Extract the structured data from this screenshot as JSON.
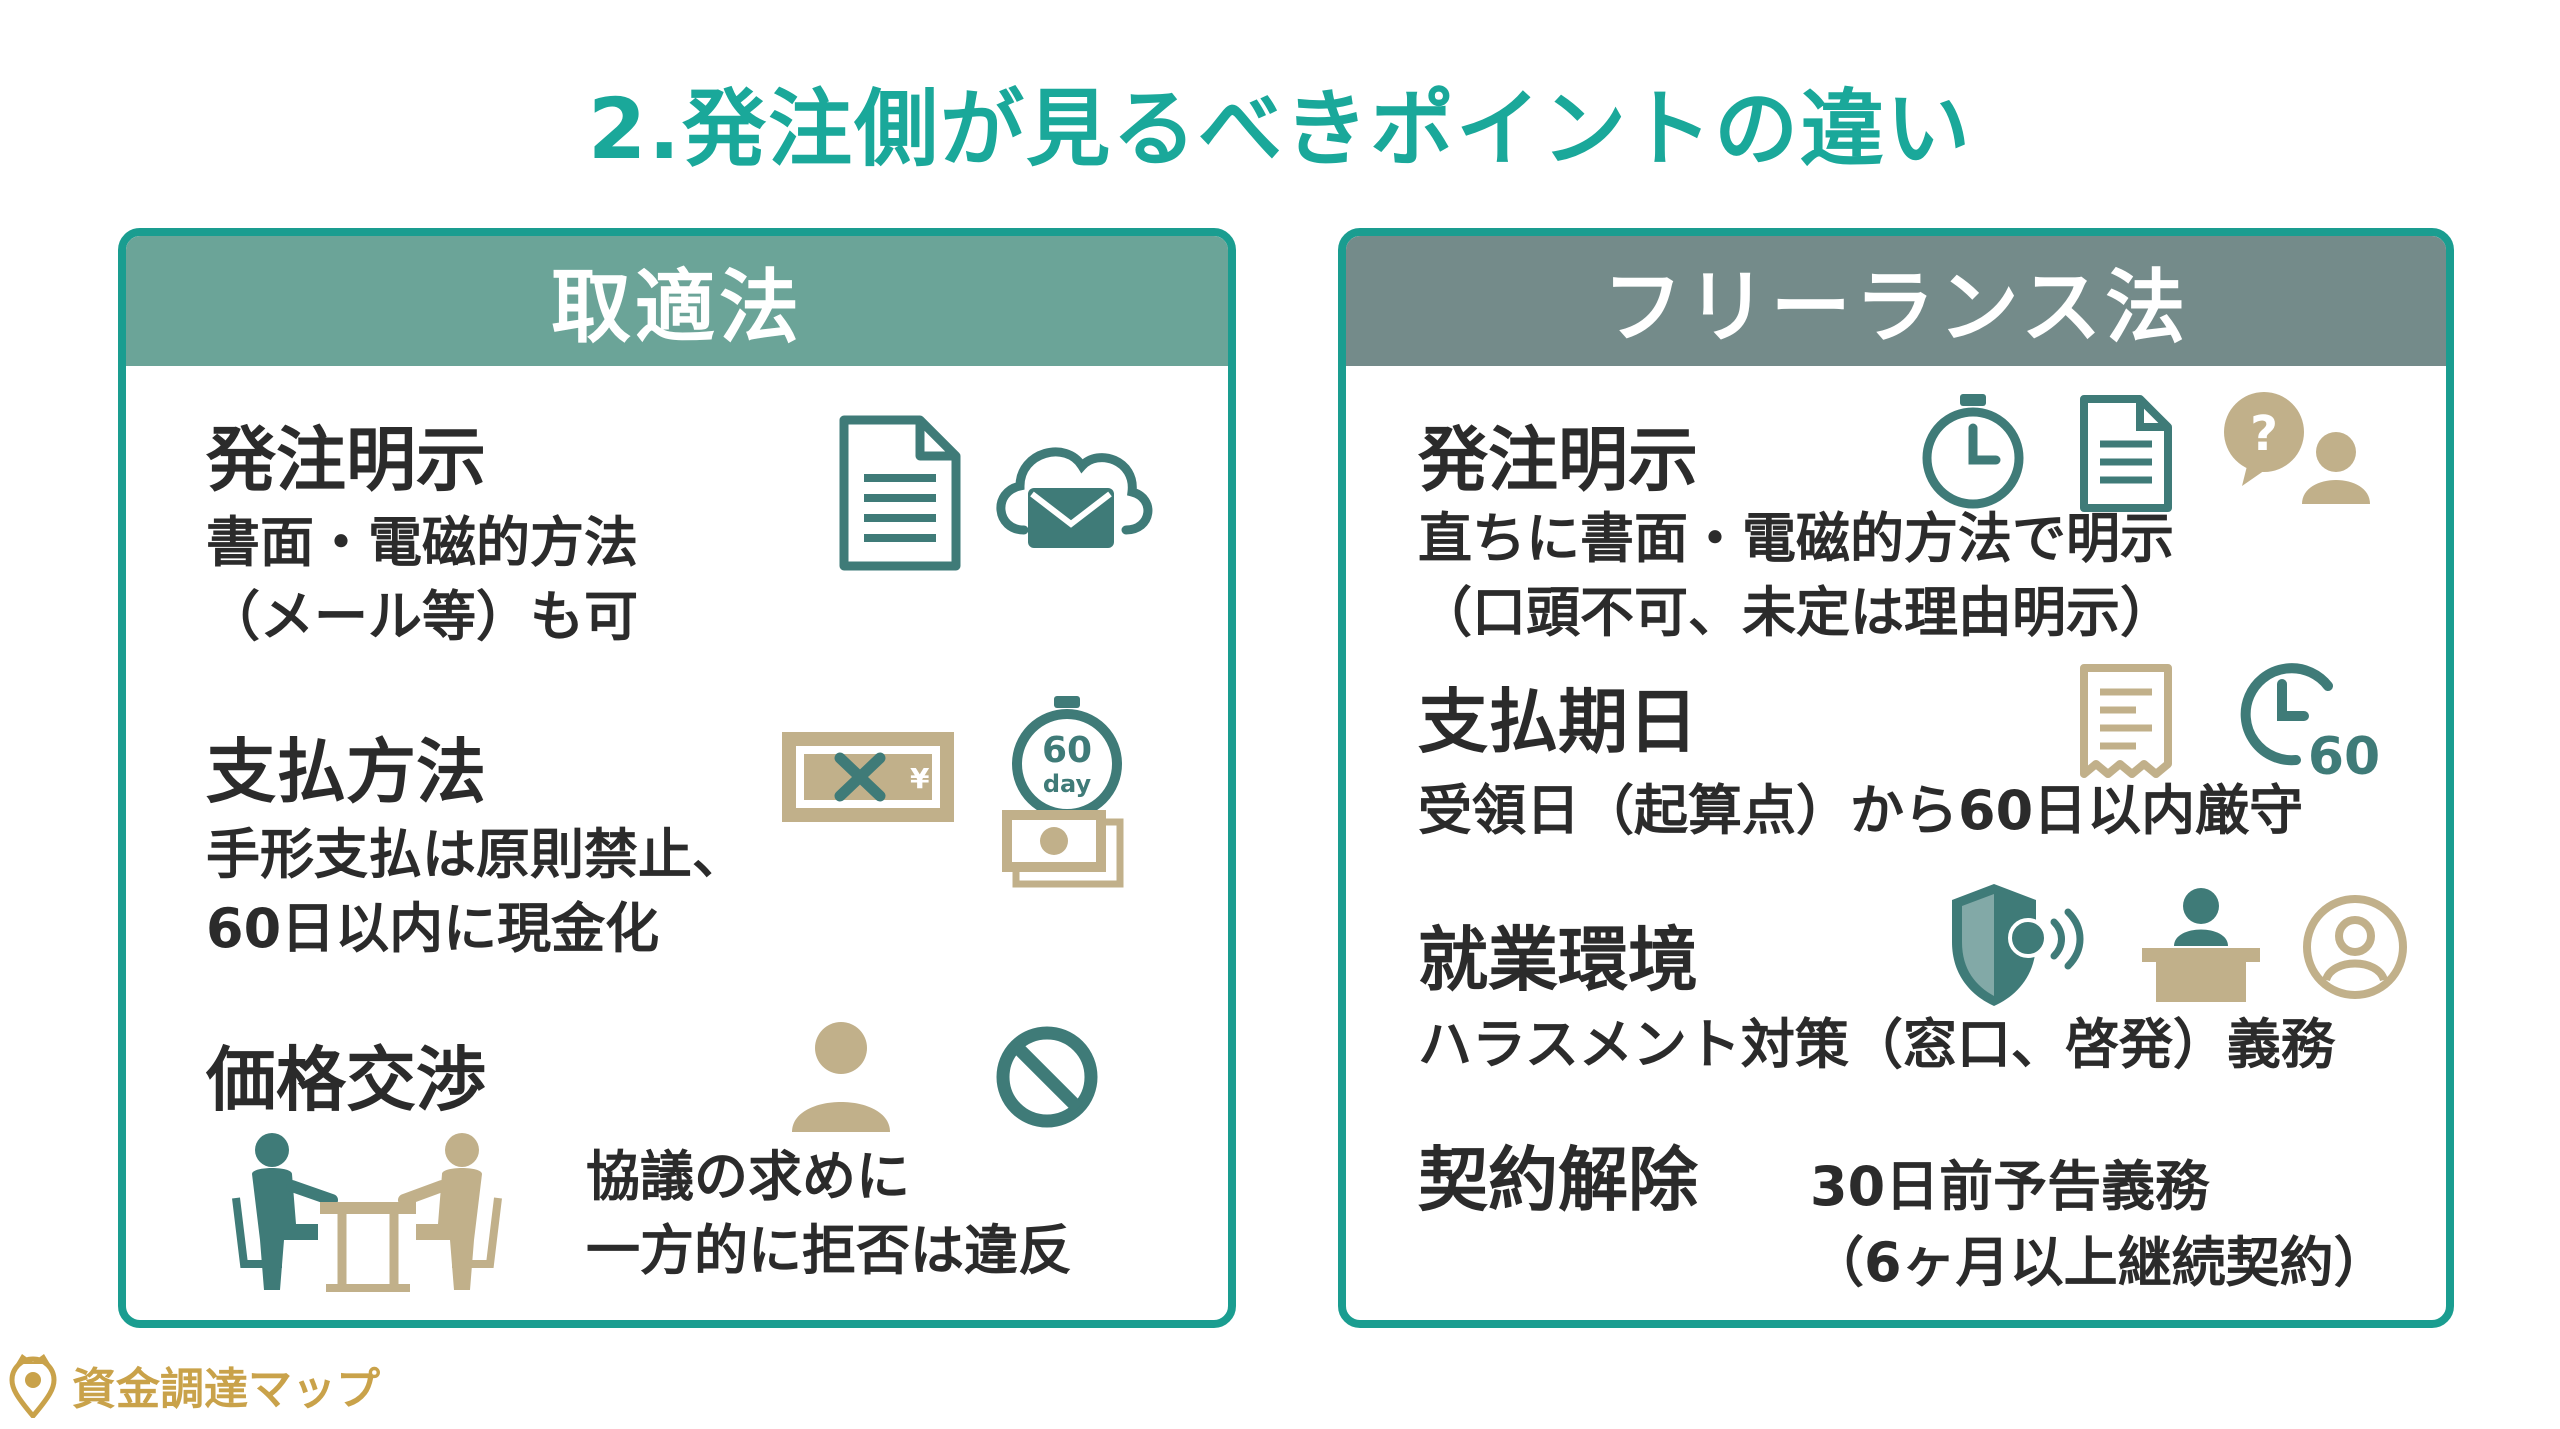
{
  "title": "2.発注側が見るべきポイントの違い",
  "colors": {
    "accent": "#1aa89a",
    "border": "#1a9d90",
    "left_header": "#6ba498",
    "right_header": "#748b8a",
    "icon_teal": "#3f7b78",
    "icon_tan": "#c1b08a",
    "brand_gold": "#c9a24a"
  },
  "left": {
    "header": "取適法",
    "items": [
      {
        "heading": "発注明示",
        "lines": [
          "書面・電磁的方法",
          "（メール等）も可"
        ]
      },
      {
        "heading": "支払方法",
        "lines": [
          "手形支払は原則禁止、",
          "60日以内に現金化"
        ]
      },
      {
        "heading": "価格交渉",
        "lines": [
          "協議の求めに",
          "一方的に拒否は違反"
        ]
      }
    ],
    "icon_labels": {
      "yen": "¥",
      "timer_num": "60",
      "timer_unit": "day"
    }
  },
  "right": {
    "header": "フリーランス法",
    "items": [
      {
        "heading": "発注明示",
        "lines": [
          "直ちに書面・電磁的方法で明示",
          "（口頭不可、未定は理由明示）"
        ]
      },
      {
        "heading": "支払期日",
        "lines": [
          "受領日（起算点）から60日以内厳守"
        ]
      },
      {
        "heading": "就業環境",
        "lines": [
          "ハラスメント対策（窓口、啓発）義務"
        ]
      },
      {
        "heading": "契約解除",
        "lines": [
          "30日前予告義務",
          "（6ヶ月以上継続契約）"
        ]
      }
    ],
    "icon_labels": {
      "clock_num": "60",
      "question": "?"
    }
  },
  "brand": {
    "name": "資金調達マップ"
  }
}
